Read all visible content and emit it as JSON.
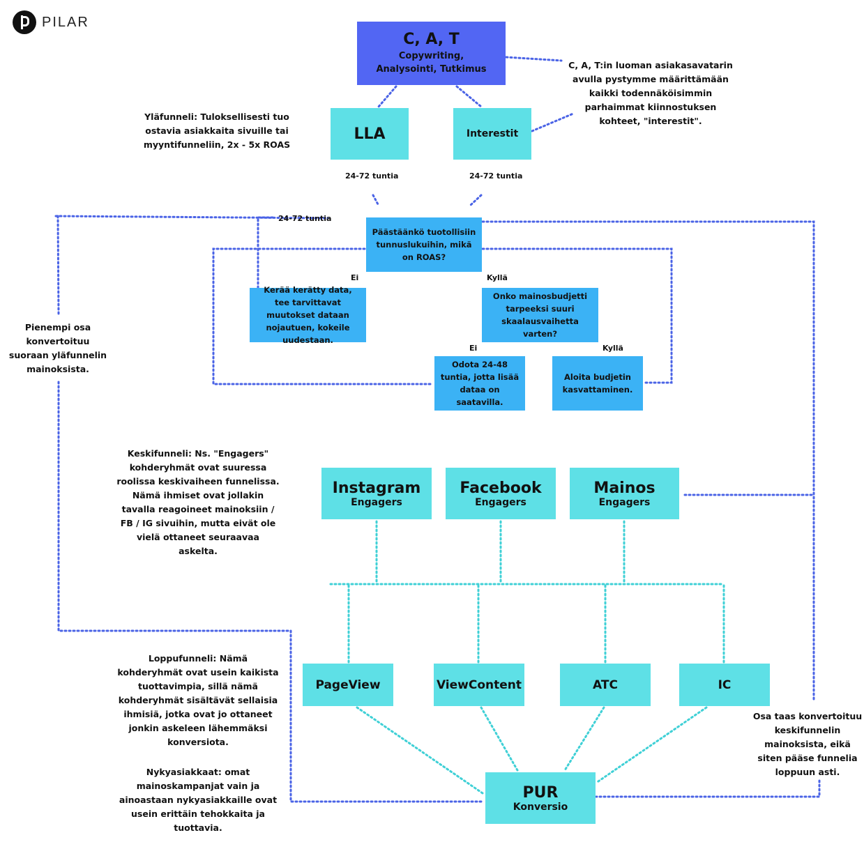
{
  "logo": {
    "text": "PILAR"
  },
  "top": {
    "title": "C, A, T",
    "subtitle": "Copywriting, Analysointi, Tutkimus"
  },
  "cat_note": "C, A, T:in luoman asiakasavatarin avulla pystymme määrittämään kaikki todennäköisimmin parhaimmat kiinnostuksen kohteet, \"interestit\".",
  "llA": "LLA",
  "interestit": "Interestit",
  "top_funnel_note": "Yläfunneli: Tuloksellisesti tuo ostavia asiakkaita sivuille tai myyntifunneliin, 2x - 5x ROAS",
  "time_labels": {
    "lla": "24-72 tuntia",
    "interests": "24-72 tuntia",
    "loop": "24-72 tuntia"
  },
  "decision": "Päästäänkö tuotollisiin tunnuslukuihin, mikä on ROAS?",
  "ei1": "Ei",
  "kylla1": "Kyllä",
  "collect": "Kerää kerätty data, tee tarvittavat muutokset dataan nojautuen, kokeile uudestaan.",
  "budget_q": "Onko mainosbudjetti tarpeeksi suuri skaalausvaihetta varten?",
  "ei2": "Ei",
  "kylla2": "Kyllä",
  "wait": "Odota 24-48 tuntia, jotta lisää dataa on saatavilla.",
  "grow": "Aloita budjetin kasvattaminen.",
  "left_note": "Pienempi osa konvertoituu suoraan yläfunnelin mainoksista.",
  "mid_note": "Keskifunneli: Ns. \"Engagers\" kohderyhmät ovat suuressa roolissa keskivaiheen funnelissa. Nämä ihmiset ovat jollakin tavalla reagoineet mainoksiin / FB / IG sivuihin, mutta eivät ole vielä ottaneet seuraavaa askelta.",
  "engagers": [
    {
      "title": "Instagram",
      "sub": "Engagers"
    },
    {
      "title": "Facebook",
      "sub": "Engagers"
    },
    {
      "title": "Mainos",
      "sub": "Engagers"
    }
  ],
  "events": [
    "PageView",
    "ViewContent",
    "ATC",
    "IC"
  ],
  "bottom_note": "Loppufunneli: Nämä kohderyhmät ovat usein kaikista tuottavimpia, sillä nämä kohderyhmät sisältävät sellaisia ihmisiä, jotka ovat jo ottaneet jonkin askeleen lähemmäksi konversiota.",
  "customers_note": "Nykyasiakkaat: omat mainoskampanjat vain ja ainoastaan nykyasiakkaille ovat usein erittäin tehokkaita ja tuottavia.",
  "right_note": "Osa taas konvertoituu keskifunnelin mainoksista, eikä siten pääse funnelia loppuun asti.",
  "pur": {
    "title": "PUR",
    "sub": "Konversio"
  },
  "colors": {
    "cyan": "#5ee0e6",
    "blue": "#3bb2f5",
    "indigo": "#5266f3",
    "dots_blue": "#4a63e6",
    "dots_cyan": "#3fd0d6"
  }
}
